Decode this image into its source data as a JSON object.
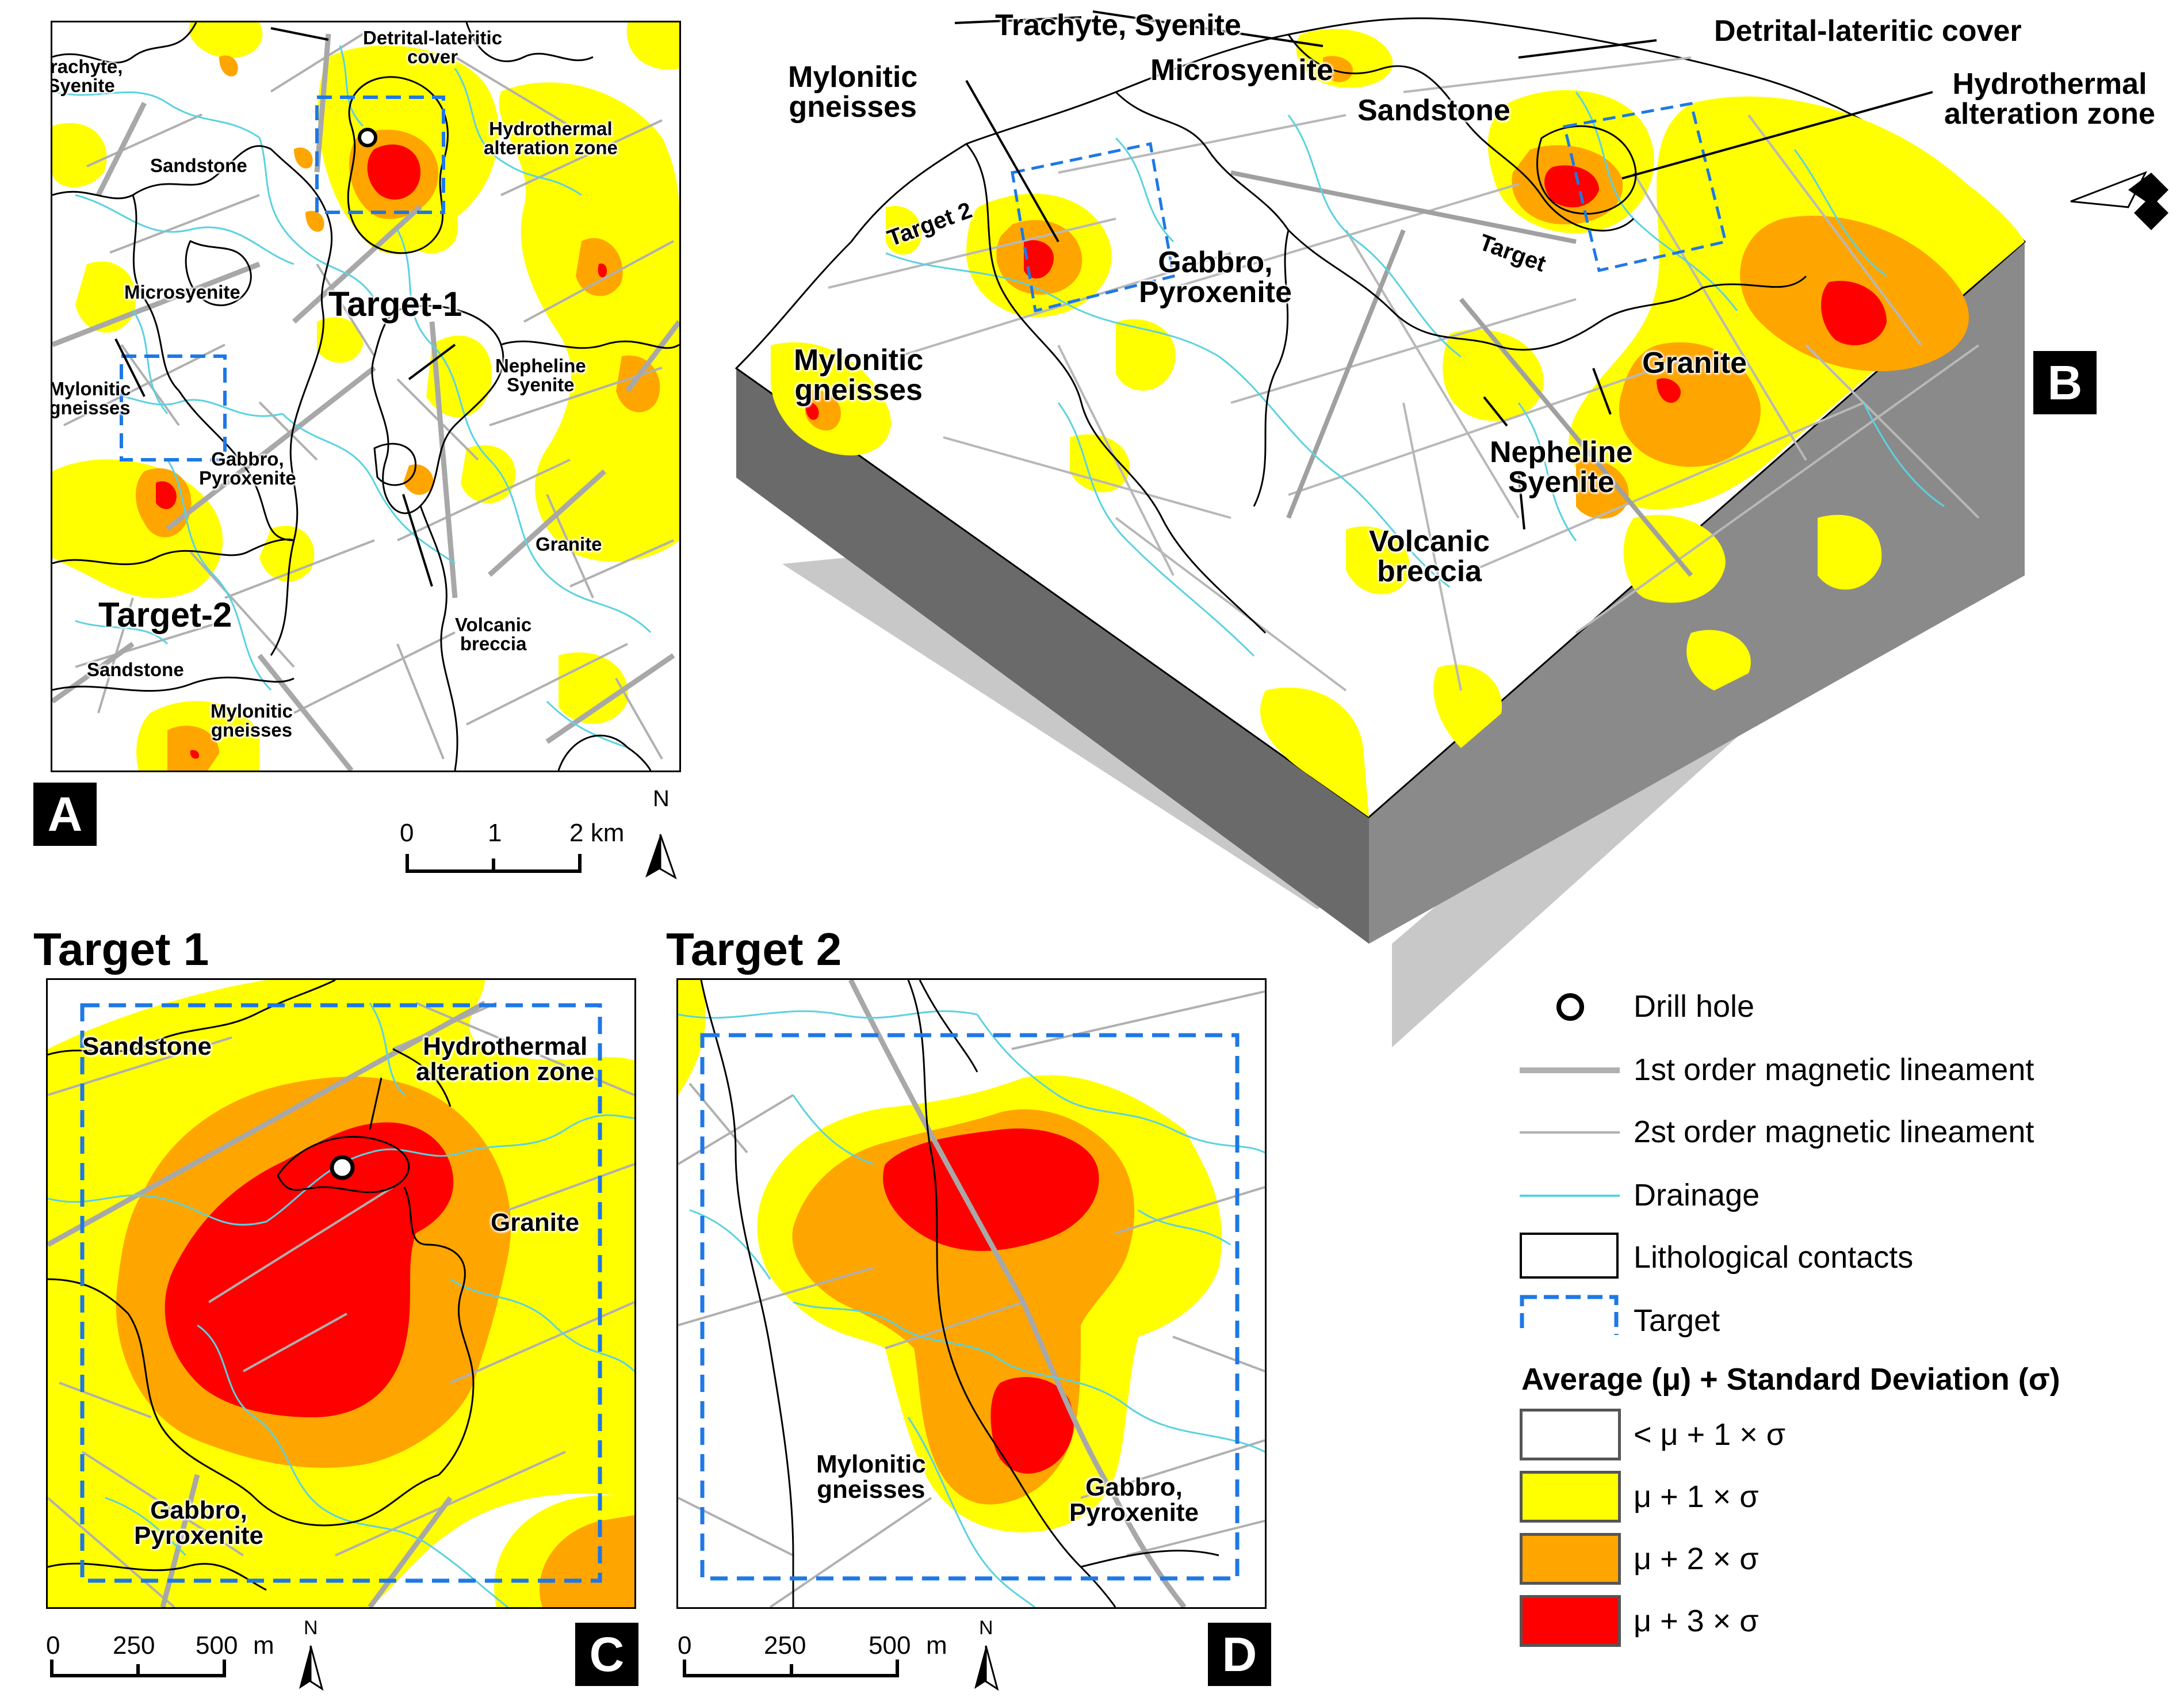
{
  "panels": {
    "A": {
      "badge": "A",
      "labels": {
        "detrital": "Detrital-lateritic\ncover",
        "trachyte": "Trachyte,\nSyenite",
        "hydro": "Hydrothermal\nalteration zone",
        "sandstone1": "Sandstone",
        "microsyenite": "Microsyenite",
        "target1": "Target-1",
        "nepheline": "Nepheline\nSyenite",
        "mylonitic1": "Mylonitic\ngneisses",
        "gabbro": "Gabbro,\nPyroxenite",
        "granite": "Granite",
        "target2": "Target-2",
        "volcanic": "Volcanic\nbreccia",
        "sandstone2": "Sandstone",
        "mylonitic2": "Mylonitic\ngneisses"
      },
      "scale": {
        "ticks": [
          "0",
          "1",
          "2 km"
        ]
      },
      "north": "N"
    },
    "B": {
      "badge": "B",
      "labels": {
        "trachyte": "Trachyte, Syenite",
        "detrital": "Detrital-lateritic cover",
        "mylonitic1": "Mylonitic\ngneisses",
        "microsyenite": "Microsyenite",
        "sandstone": "Sandstone",
        "hydro": "Hydrothermal\nalteration zone",
        "target2": "Target 2",
        "target1": "Target",
        "gabbro": "Gabbro,\nPyroxenite",
        "mylonitic2": "Mylonitic\ngneisses",
        "granite": "Granite",
        "nepheline": "Nepheline\nSyenite",
        "volcanic": "Volcanic\nbreccia"
      }
    },
    "C": {
      "title": "Target 1",
      "badge": "C",
      "labels": {
        "sandstone": "Sandstone",
        "hydro": "Hydrothermal\nalteration zone",
        "granite": "Granite",
        "gabbro": "Gabbro,\nPyroxenite"
      },
      "scale": {
        "ticks": [
          "0",
          "250",
          "500",
          "m"
        ]
      },
      "north": "N"
    },
    "D": {
      "title": "Target 2",
      "badge": "D",
      "labels": {
        "mylonitic": "Mylonitic\ngneisses",
        "gabbro": "Gabbro,\nPyroxenite"
      },
      "scale": {
        "ticks": [
          "0",
          "250",
          "500",
          "m"
        ]
      },
      "north": "N"
    }
  },
  "legend": {
    "items": [
      {
        "symbol": "drill-hole",
        "label": "Drill hole"
      },
      {
        "symbol": "line-thick",
        "label": "1st order magnetic lineament",
        "color": "#b0b0b0"
      },
      {
        "symbol": "line-thin",
        "label": "2st order magnetic lineament",
        "color": "#b0b0b0"
      },
      {
        "symbol": "line-drainage",
        "label": "Drainage",
        "color": "#5ad2e0"
      },
      {
        "symbol": "box-black",
        "label": "Lithological contacts"
      },
      {
        "symbol": "box-dashed",
        "label": "Target",
        "color": "#1e78e6"
      }
    ],
    "class_title": "Average (μ) + Standard Deviation (σ)",
    "classes": [
      {
        "label": "< μ + 1 × σ",
        "color": "#ffffff"
      },
      {
        "label": "μ + 1 × σ",
        "color": "#ffff00"
      },
      {
        "label": "μ + 2 × σ",
        "color": "#ffa500"
      },
      {
        "label": "μ + 3 × σ",
        "color": "#ff0000"
      }
    ]
  },
  "colors": {
    "class1": "#ffff00",
    "class2": "#ffa500",
    "class3": "#ff0000",
    "drainage": "#5ad2e0",
    "lineament": "#b0b0b0",
    "contact": "#000000",
    "target": "#1e78e6",
    "block_side": "#7a7a7a",
    "block_shadow": "#c8c8c8"
  }
}
